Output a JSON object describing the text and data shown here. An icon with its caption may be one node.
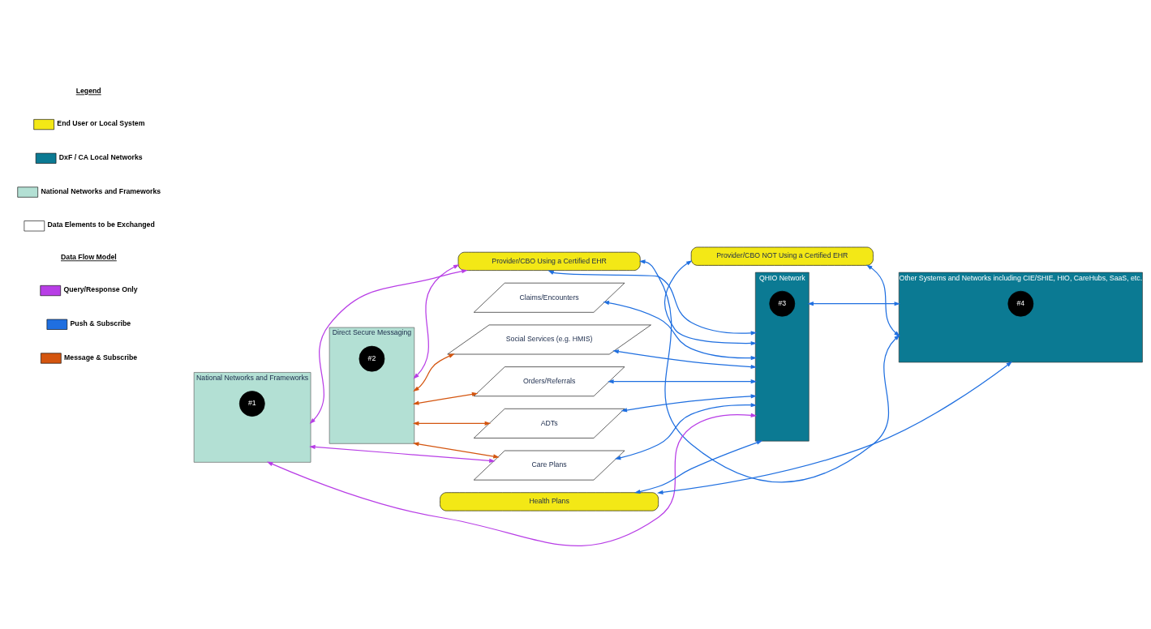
{
  "diagram": {
    "nodes": [
      {
        "text": [
          "Provider/CBO Using a Certified EHR"
        ]
      },
      {
        "text": [
          "Provider/CBO NOT Using a Certified EHR"
        ]
      },
      {
        "text": [
          "National Networks and Frameworks"
        ]
      },
      {
        "text": [
          "#1"
        ],
        "in": 2
      },
      {
        "text": [
          "Direct Secure Messaging"
        ]
      },
      {
        "text": [
          "#2"
        ],
        "in": 4
      },
      {
        "text": [
          "Claims/Encounters"
        ]
      },
      {
        "text": [
          "Social Services (e.g. HMIS)"
        ]
      },
      {
        "text": [
          "Orders/Referrals"
        ]
      },
      {
        "text": [
          "ADTs"
        ]
      },
      {
        "text": [
          "Care Plans"
        ]
      },
      {
        "text": [
          "QHIO Network"
        ]
      },
      {
        "text": [
          "#3"
        ],
        "in": 11
      },
      {
        "text": [
          "Other Systems and Networks including CIE/SHIE, HIO, CareHubs, SaaS, etc."
        ]
      },
      {
        "text": [
          "#4"
        ],
        "in": 13
      },
      {
        "text": [
          "Health Plans"
        ]
      }
    ],
    "edges": [
      {
        "from": 0,
        "to": 2,
        "arrow": "both",
        "color": "#b83ee6"
      },
      {
        "from": 0,
        "to": 4,
        "arrow": "both",
        "color": "#b83ee6"
      },
      {
        "from": 0,
        "to": 11,
        "arrow": "both"
      },
      {
        "from": 0,
        "to": 13,
        "arrow": "both"
      },
      {
        "from": 1,
        "to": 11,
        "arrow": "both"
      },
      {
        "from": 1,
        "to": 13,
        "arrow": "both"
      },
      {
        "from": 6,
        "to": 11,
        "arrow": "both"
      },
      {
        "from": 7,
        "to": 11,
        "arrow": "both"
      },
      {
        "from": 8,
        "to": 11,
        "arrow": "both"
      },
      {
        "from": 9,
        "to": 11,
        "arrow": "both"
      },
      {
        "from": 10,
        "to": 11,
        "arrow": "both"
      },
      {
        "from": 11,
        "to": 13,
        "arrow": "both"
      },
      {
        "from": 4,
        "to": 7,
        "arrow": "both",
        "color": "#d4550f"
      },
      {
        "from": 4,
        "to": 8,
        "arrow": "both",
        "color": "#d4550f"
      },
      {
        "from": 4,
        "to": 9,
        "arrow": "both",
        "color": "#d4550f"
      },
      {
        "from": 4,
        "to": 10,
        "arrow": "both",
        "color": "#d4550f"
      },
      {
        "from": 2,
        "to": 10,
        "arrow": "both",
        "color": "#b83ee6"
      },
      {
        "from": 2,
        "to": 11,
        "arrow": "both",
        "color": "#b83ee6"
      },
      {
        "from": 11,
        "to": 15,
        "arrow": "both"
      },
      {
        "from": 13,
        "to": 15,
        "arrow": "both"
      }
    ],
    "labels": [
      "Legend",
      "Data Flow Model"
    ],
    "legend": [
      {
        "text": "End User or Local System",
        "color": "#f3e816"
      },
      {
        "text": "DxF / CA Local Networks",
        "color": "#0b7a93"
      },
      {
        "text": "National Networks and Frameworks",
        "color": "#b3e0d4"
      },
      {
        "text": "Data Elements to be Exchanged",
        "color": "#ffffff"
      },
      {
        "text": "Query/Response Only",
        "color": "#b83ee6"
      },
      {
        "text": "Push & Subscribe",
        "color": "#1f6fe0"
      },
      {
        "text": "Message & Subscribe",
        "color": "#d4550f"
      }
    ]
  }
}
